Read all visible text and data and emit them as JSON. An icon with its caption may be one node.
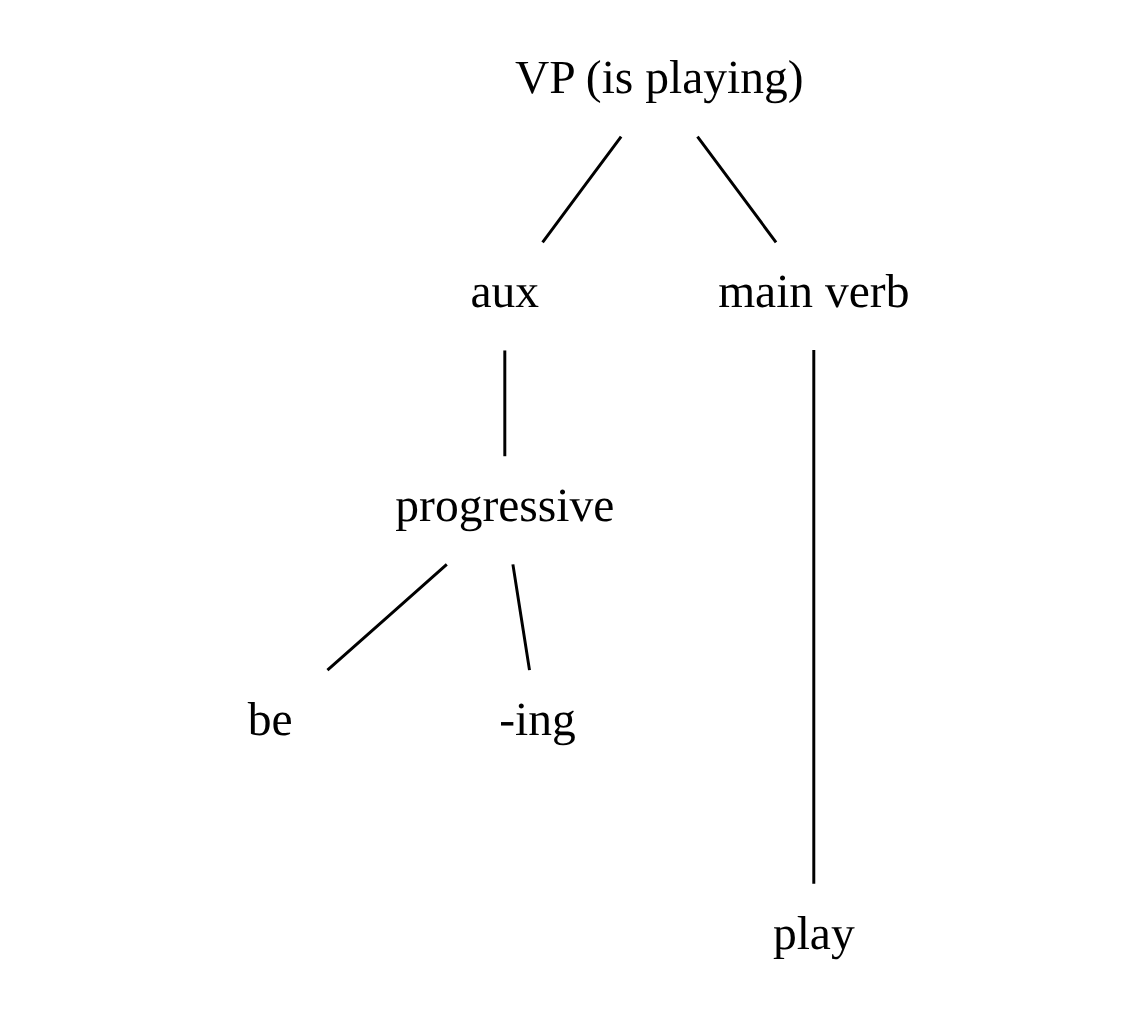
{
  "diagram": {
    "nodes": [
      {
        "text": [
          "VP (is playing)"
        ]
      },
      {
        "text": [
          "aux"
        ]
      },
      {
        "text": [
          "main verb"
        ]
      },
      {
        "text": [
          "progressive"
        ]
      },
      {
        "text": [
          "be"
        ]
      },
      {
        "text": [
          "-ing"
        ]
      },
      {
        "text": [
          "play"
        ]
      }
    ],
    "edges": [
      {
        "from": 0,
        "to": 1,
        "arrow": "none"
      },
      {
        "from": 0,
        "to": 2,
        "arrow": "none"
      },
      {
        "from": 1,
        "to": 3,
        "arrow": "none"
      },
      {
        "from": 2,
        "to": 6,
        "arrow": "none"
      },
      {
        "from": 3,
        "to": 4,
        "arrow": "none"
      },
      {
        "from": 3,
        "to": 5,
        "arrow": "none"
      }
    ]
  }
}
